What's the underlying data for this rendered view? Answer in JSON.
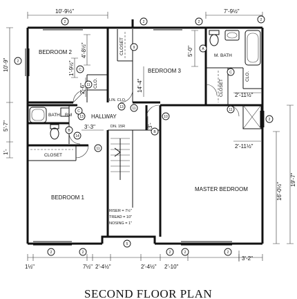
{
  "title": "SECOND FLOOR PLAN",
  "rooms": {
    "bedroom2": "BEDROOM 2",
    "bedroom3": "BEDROOM 3",
    "bedroom1": "BEDROOM 1",
    "master_bedroom": "MASTER BEDROOM",
    "m_bath": "M. BATH",
    "bath": "BATH",
    "hallway": "HALLWAY",
    "closet_top": "CLOSET",
    "closet_left": "CLOSET",
    "closet_mbath": "CLOSET",
    "clo1": "CLO.",
    "clo2": "CLO.",
    "lin_clo": "LIN. CLO.",
    "rm": "RM",
    "dn": "DN. 15R"
  },
  "stair_notes": {
    "riser": "RISER = 7½\"",
    "tread": "TREAD = 10\"",
    "nosing": "NOSING = 1\""
  },
  "dimensions": {
    "top_left": "10'-9½\"",
    "top_right": "7'-9½\"",
    "left_1": "10'-9\"",
    "left_2": "5'-7\"",
    "left_3": "1'-",
    "bed2_a": "4'-8½\"",
    "bed2_b": "1'-9½\"",
    "bed2_c": "2'-6\"",
    "bed3_a": "5'-0\"",
    "bed3_b": "14'-4\"",
    "hall_a": "3'-3\"",
    "hall_b": "3'-",
    "mbath_a": "2'-11½\"",
    "mbath_b": "2'-11½\"",
    "right_1": "19'-7\"",
    "right_2": "16'-0½\"",
    "bot_1": "1½\"",
    "bot_2": "7½\"",
    "bot_3": "2'-4½\"",
    "bot_4": "2'-4½\"",
    "bot_5": "2'-10\"",
    "bot_6": "3'-2\""
  },
  "tags": {
    "t2": "2",
    "t3": "3",
    "t5": "5",
    "t8": "8",
    "t9": "9",
    "t10": "10",
    "t11": "11",
    "t12": "12",
    "t13": "13",
    "t14": "14",
    "tC": "C",
    "tB": "B",
    "tA": "A"
  }
}
